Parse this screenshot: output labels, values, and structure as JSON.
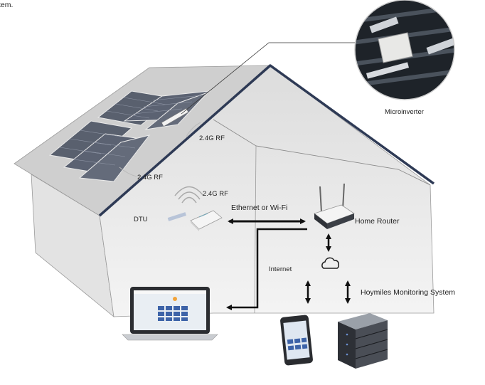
{
  "top_text": "tem.",
  "labels": {
    "microinverter": "Microinverter",
    "rf_upper": "2.4G RF",
    "rf_lower": "2.4G RF",
    "rf_dtu": "2.4G RF",
    "dtu": "DTU",
    "ethernet": "Ethernet or Wi-Fi",
    "home_router": "Home Router",
    "internet": "Internet",
    "monitoring": "Hoymiles Monitoring System"
  },
  "colors": {
    "house_fill": "#d9d9d9",
    "roof_outline": "#2e3a55",
    "panel": "#5a6170",
    "arrow": "#111111"
  },
  "icons": [
    "microinverter-photo",
    "solar-panel",
    "wifi-icon",
    "dtu-device",
    "router-device",
    "cloud-icon",
    "laptop-icon",
    "smartphone-icon",
    "server-icon"
  ]
}
